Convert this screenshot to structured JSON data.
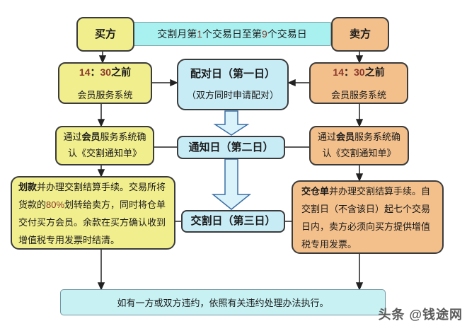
{
  "colors": {
    "buyer_fill": "#f1ee8d",
    "seller_fill": "#f3c08c",
    "day_fill": "#c8ecf6",
    "band_fill": "#a9f1f1",
    "bottom_fill": "#c7f1f3",
    "box_border": "#3b3b3b",
    "block_arrow_fill": "#daf3fb",
    "block_arrow_stroke": "#3a6ea5",
    "digit_red": "#8a382a"
  },
  "row1": {
    "buyer": "买方",
    "seller": "卖方",
    "band": {
      "s1": "交割月第",
      "n1": "1",
      "s2": "个交易日至第",
      "n2": "9",
      "s3": "个交易日"
    }
  },
  "row2": {
    "left": {
      "time_a": "14",
      "colon": "：",
      "time_b": "30",
      "after": "之前",
      "line2": "会员服务系统"
    },
    "center": {
      "title": "配对日（第一日）",
      "subtitle": "（双方同时申请配对）"
    },
    "right": {
      "time_a": "14",
      "colon": "：",
      "time_b": "30",
      "after": "之前",
      "line2": "会员服务系统"
    }
  },
  "row3": {
    "left": {
      "pre": "通过",
      "bold": "会员",
      "post": "服务系统确认《交割通知单》"
    },
    "center": {
      "title": "通知日（第二日）"
    },
    "right": {
      "pre": "通过",
      "bold": "会员",
      "post": "服务系统确认《交割通知单》"
    }
  },
  "row4": {
    "left": {
      "bold": "划款",
      "t1": "并办理交割结算手续。交易所将货款的",
      "num": "80%",
      "t2": "划转给卖方，同时将仓单交付买方会员。余款在买方确认收到增值税专用发票时结清。"
    },
    "center": {
      "title": "交割日（第三日）"
    },
    "right": {
      "bold": "交仓单",
      "t1": "并办理交割结算手续。自交割日（不含该日）起七个交易日内，卖方必须向买方提供增值税专用发票。"
    }
  },
  "bottom": {
    "text": "如有一方或双方违约，依照有关违约处理办法执行。"
  },
  "watermark": "头条 @钱途网"
}
